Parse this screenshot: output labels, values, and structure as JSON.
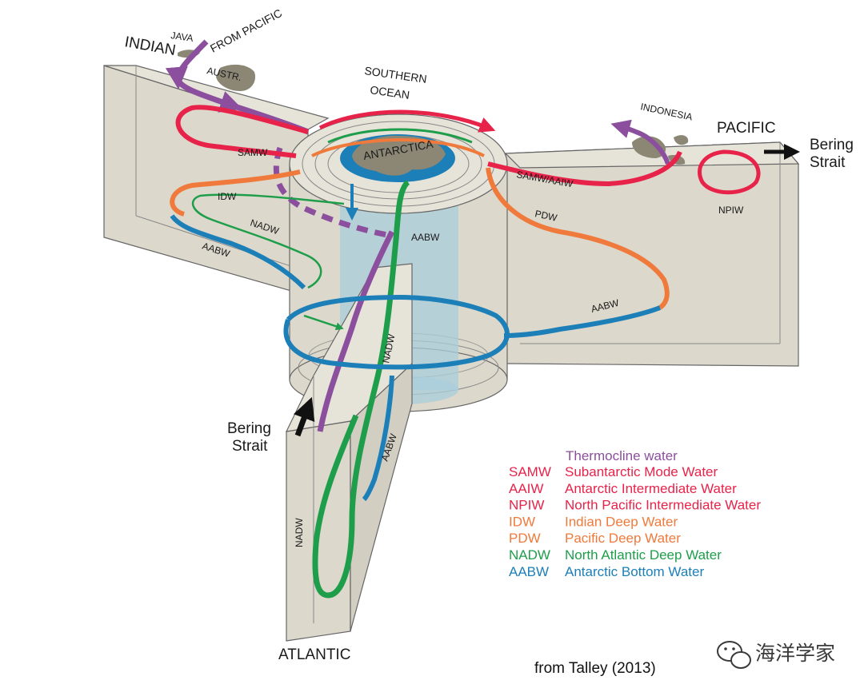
{
  "labels": {
    "indian": "INDIAN",
    "java": "JAVA",
    "from_pacific": "FROM PACIFIC",
    "austr": "AUSTR.",
    "southern": "SOUTHERN",
    "ocean": "OCEAN",
    "antarctica": "ANTARCTICA",
    "indonesia": "INDONESIA",
    "pacific": "PACIFIC",
    "bering_strait_right_1": "Bering",
    "bering_strait_right_2": "Strait",
    "bering_strait_left_1": "Bering",
    "bering_strait_left_2": "Strait",
    "atlantic": "ATLANTIC",
    "samw": "SAMW",
    "idw": "IDW",
    "nadw_indian": "NADW",
    "aabw_indian": "AABW",
    "aabw_center": "AABW",
    "samw_aaiw": "SAMW/AAIW",
    "pdw": "PDW",
    "npiw": "NPIW",
    "aabw_pacific": "AABW",
    "nadw_column": "NADW",
    "aabw_atlantic": "AABW",
    "nadw_atlantic": "NADW"
  },
  "legend": {
    "thermocline": {
      "name": "Thermocline water",
      "color": "#8b4f9e"
    },
    "items": [
      {
        "code": "SAMW",
        "name": "Subantarctic Mode Water",
        "color": "#e8234a"
      },
      {
        "code": "AAIW",
        "name": "Antarctic Intermediate Water",
        "color": "#e8234a"
      },
      {
        "code": "NPIW",
        "name": "North Pacific Intermediate Water",
        "color": "#e8234a"
      },
      {
        "code": "IDW",
        "name": "Indian Deep Water",
        "color": "#ef7a3c"
      },
      {
        "code": "PDW",
        "name": "Pacific Deep Water",
        "color": "#ef7a3c"
      },
      {
        "code": "NADW",
        "name": "North Atlantic Deep Water",
        "color": "#1e9e4a"
      },
      {
        "code": "AABW",
        "name": "Antarctic Bottom Water",
        "color": "#1c7fb8"
      }
    ]
  },
  "credit": "from Talley (2013)",
  "watermark": "海洋学家",
  "colors": {
    "thermocline": "#8b4f9e",
    "intermediate": "#e8234a",
    "deep": "#ef7a3c",
    "nadw": "#1e9e4a",
    "aabw": "#1c7fb8",
    "basin": "#dcd8cc",
    "land": "#8c8775",
    "antarctica_ocean": "#1c7fb8"
  }
}
